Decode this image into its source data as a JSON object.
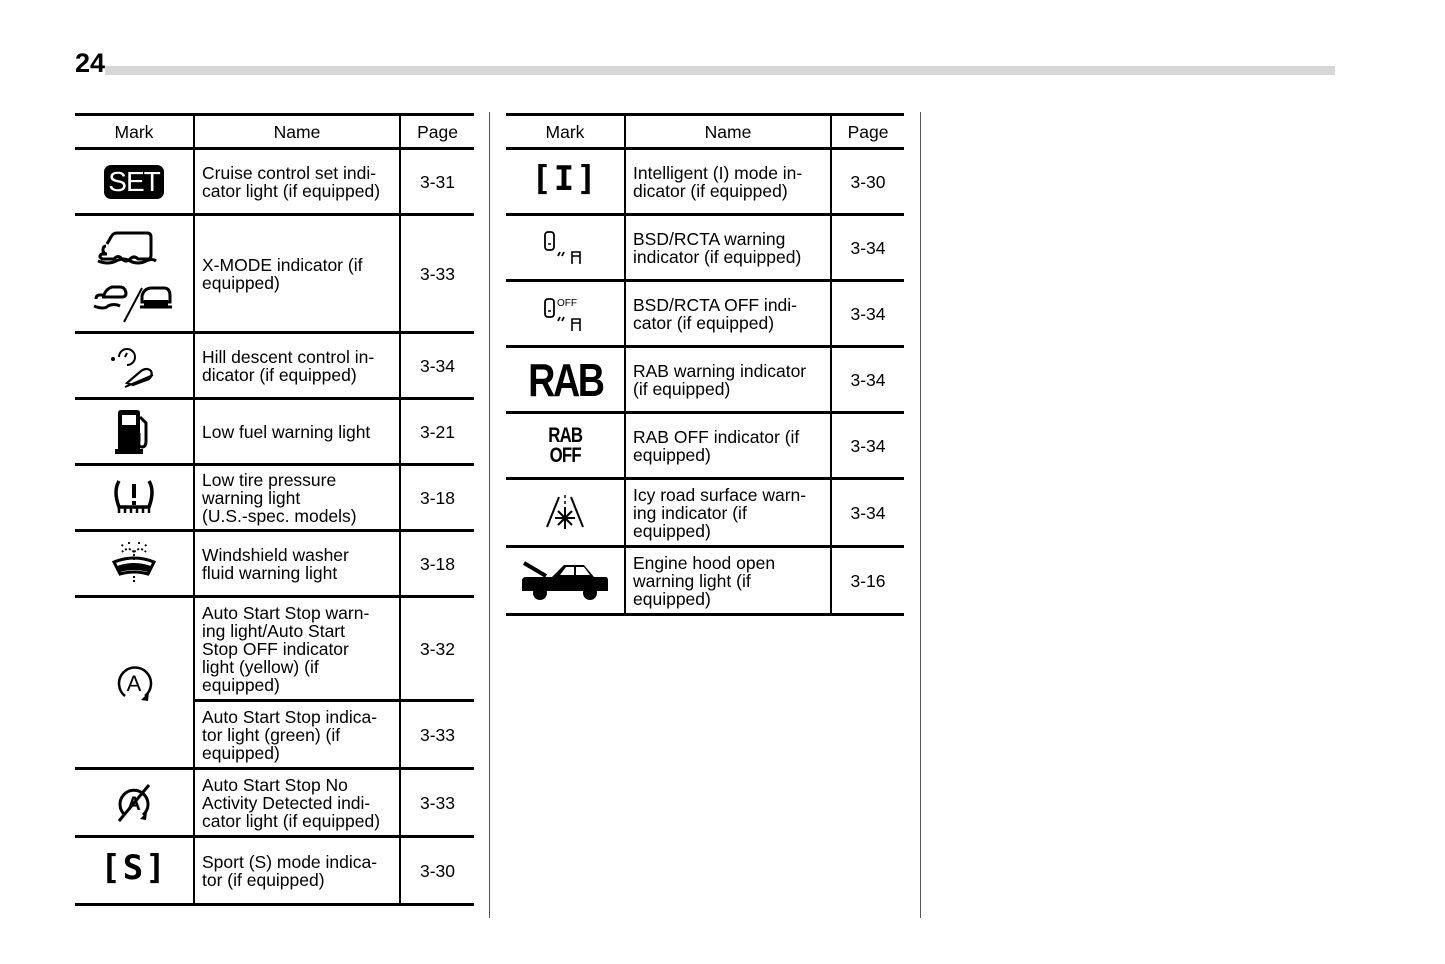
{
  "page_number": "24",
  "headers": {
    "mark": "Mark",
    "name": "Name",
    "page": "Page"
  },
  "left_table": [
    {
      "icon": "set-icon",
      "mark_text": "SET",
      "name": "Cruise control set indi-\ncator light (if equipped)",
      "page": "3-31"
    },
    {
      "icon": "x-mode-icon",
      "name": "X-MODE indicator (if\nequipped)",
      "page": "3-33"
    },
    {
      "icon": "hill-descent-control-icon",
      "name": "Hill descent control in-\ndicator (if equipped)",
      "page": "3-34"
    },
    {
      "icon": "low-fuel-icon",
      "name": "Low fuel warning light",
      "page": "3-21"
    },
    {
      "icon": "low-tire-pressure-icon",
      "name": "Low tire pressure\nwarning light\n(U.S.-spec. models)",
      "page": "3-18"
    },
    {
      "icon": "washer-fluid-icon",
      "name": "Windshield washer\nfluid warning light",
      "page": "3-18"
    },
    {
      "icon": "auto-start-stop-icon",
      "name": "Auto Start Stop warn-\ning light/Auto Start\nStop OFF indicator\nlight (yellow) (if\nequipped)",
      "page": "3-32"
    },
    {
      "icon": "auto-start-stop-icon",
      "name": "Auto Start Stop indica-\ntor light (green) (if\nequipped)",
      "page": "3-33"
    },
    {
      "icon": "auto-start-stop-no-activity-icon",
      "name": "Auto Start Stop No\nActivity Detected indi-\ncator light (if equipped)",
      "page": "3-33"
    },
    {
      "icon": "sport-mode-icon",
      "mark_text": "[S]",
      "name": "Sport (S) mode indica-\ntor (if equipped)",
      "page": "3-30"
    }
  ],
  "right_table": [
    {
      "icon": "intelligent-mode-icon",
      "mark_text": "[I]",
      "name": "Intelligent (I) mode in-\ndicator (if equipped)",
      "page": "3-30"
    },
    {
      "icon": "bsd-rcta-warning-icon",
      "name": "BSD/RCTA warning\nindicator (if equipped)",
      "page": "3-34"
    },
    {
      "icon": "bsd-rcta-off-icon",
      "mark_text": "OFF",
      "name": "BSD/RCTA OFF indi-\ncator (if equipped)",
      "page": "3-34"
    },
    {
      "icon": "rab-warning-icon",
      "mark_text": "RAB",
      "name": "RAB warning indicator\n(if equipped)",
      "page": "3-34"
    },
    {
      "icon": "rab-off-icon",
      "mark_text": "RAB\nOFF",
      "name": "RAB OFF indicator (if\nequipped)",
      "page": "3-34"
    },
    {
      "icon": "icy-road-icon",
      "name": "Icy road surface warn-\ning indicator (if\nequipped)",
      "page": "3-34"
    },
    {
      "icon": "engine-hood-open-icon",
      "name": "Engine hood open\nwarning light (if\nequipped)",
      "page": "3-16"
    }
  ]
}
